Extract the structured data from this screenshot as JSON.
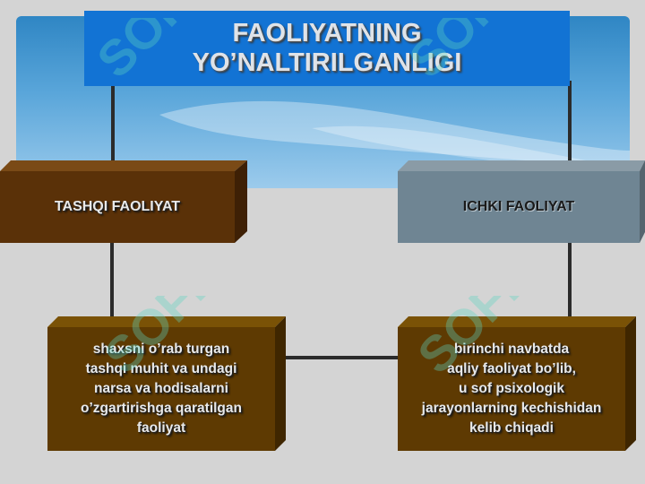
{
  "title": {
    "line1": "FAOLIYATNING",
    "line2": "YO’NALTIRILGANLIGI"
  },
  "boxes": {
    "external": "TASHQI FAOLIYAT",
    "internal": "ICHKI FAOLIYAT",
    "external_desc": [
      "shaxsni o’rab turgan",
      "tashqi muhit va undagi",
      "narsa va hodisalarni",
      "o’zgartirishga qaratilgan",
      "faoliyat"
    ],
    "internal_desc": [
      "birinchi navbatda",
      "aqliy faoliyat bo’lib,",
      "u sof psixologik",
      "jarayonlarning kechishidan",
      "kelib chiqadi"
    ]
  },
  "watermark": "SOFF",
  "colors": {
    "title_bg": "#1273d4",
    "external_box": "#5a3108",
    "internal_box": "#6f8593",
    "desc_box": "#5e3a02",
    "connector": "#2b2b2b"
  }
}
